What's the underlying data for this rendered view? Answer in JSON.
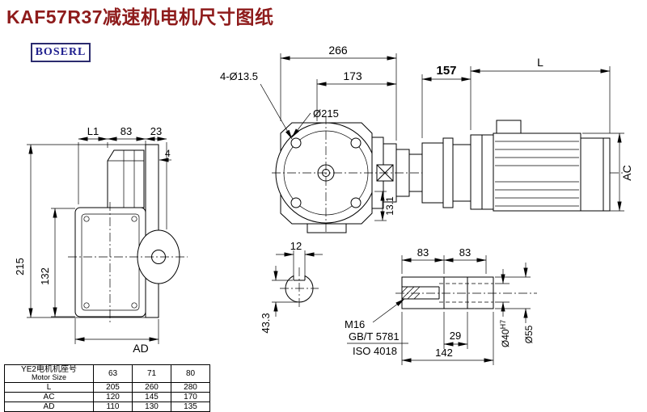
{
  "colors": {
    "title_text": "#8e1b1b",
    "logo_text": "#1f1f8f",
    "line_work": "#000000",
    "background": "#ffffff"
  },
  "page": {
    "title": "KAF57R37减速机电机尺寸图纸"
  },
  "logo": {
    "text": "BOSERL"
  },
  "front_view": {
    "dim_266": "266",
    "dim_173": "173",
    "holes_label": "4-Ø13.5",
    "flange_dia": "Ø215",
    "dim_131": "13.1"
  },
  "side_view": {
    "dim_157": "157",
    "dim_L": "L",
    "dim_AC": "AC"
  },
  "left_view": {
    "dim_L1": "L1",
    "dim_83": "83",
    "dim_23": "23",
    "dim_4": "4",
    "dim_215": "215",
    "dim_132": "132",
    "dim_AD": "AD"
  },
  "key_section": {
    "dim_12": "12",
    "dim_433": "43.3"
  },
  "shaft_detail": {
    "dim_83a": "83",
    "dim_83b": "83",
    "thread_label": "M16",
    "std_gb": "GB/T 5781",
    "std_iso": "ISO 4018",
    "dim_29": "29",
    "dim_142": "142",
    "bore_dia": "Ø40",
    "bore_tol": "H7",
    "shaft_dia": "Ø55"
  },
  "table": {
    "header": {
      "line1": "YE2电机机座号",
      "line2": "Motor Size"
    },
    "sizes": [
      "63",
      "71",
      "80"
    ],
    "rows": [
      {
        "label": "L",
        "values": [
          "205",
          "260",
          "280"
        ]
      },
      {
        "label": "AC",
        "values": [
          "120",
          "145",
          "170"
        ]
      },
      {
        "label": "AD",
        "values": [
          "110",
          "130",
          "135"
        ]
      }
    ]
  }
}
